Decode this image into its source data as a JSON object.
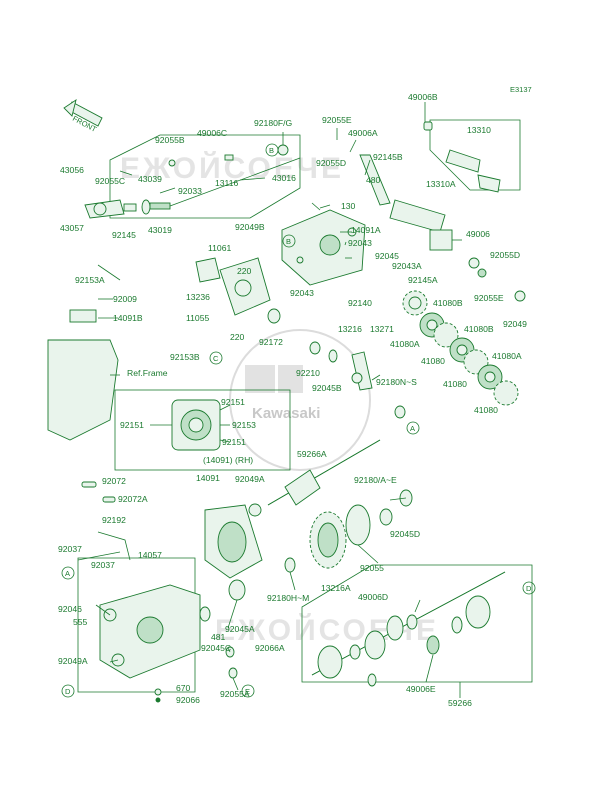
{
  "diagram_code": "E3137",
  "front_arrow": "FRONT",
  "brand": "Kawasaki",
  "watermarks": [
    "ЕЖОЙСОЕЧЕ",
    "ЕЖОЙСОЕЧЕ"
  ],
  "callouts": [
    "A",
    "B",
    "C",
    "D",
    "E"
  ],
  "group_labels": {
    "rh": "(14091) (RH)",
    "ref_frame": "Ref.Frame"
  },
  "labels": {
    "p49006b": "49006B",
    "p13310": "13310",
    "p92180fg": "92180F/G",
    "p92055e_top": "92055E",
    "p49006a": "49006A",
    "p92055b": "92055B",
    "p49006c": "49006C",
    "p92055d_top": "92055D",
    "p92145b": "92145B",
    "p43056": "43056",
    "p92055c": "92055C",
    "p43039": "43039",
    "p92033": "92033",
    "p13116": "13116",
    "p43016": "43016",
    "p480": "480",
    "p13310a": "13310A",
    "p43057": "43057",
    "p92145": "92145",
    "p43019": "43019",
    "p130": "130",
    "p92049b": "92049B",
    "p14091a": "14091A",
    "p92043_r": "92043",
    "p49006": "49006",
    "p11061": "11061",
    "p92045_r": "92045",
    "p92055d_r": "92055D",
    "p92043a": "92043A",
    "p92153a": "92153A",
    "p220_top": "220",
    "p92145a": "92145A",
    "p13236": "13236",
    "p92043_l": "92043",
    "p92140": "92140",
    "p41080b_1": "41080B",
    "p92055e_r": "92055E",
    "p92009": "92009",
    "p14091b": "14091B",
    "p13271": "13271",
    "p92049_r": "92049",
    "p11055": "11055",
    "p220_bot": "220",
    "p13216": "13216",
    "p41080b_2": "41080B",
    "p92172": "92172",
    "p41080a_1": "41080A",
    "p92153b": "92153B",
    "p41080_1": "41080",
    "p41080a_2": "41080A",
    "p92210": "92210",
    "p92045b": "92045B",
    "p41080_2": "41080",
    "p92180ns": "92180N~S",
    "p41080_3": "41080",
    "p92151_1": "92151",
    "p92151_2": "92151",
    "p92153": "92153",
    "p92151_3": "92151",
    "p59266a": "59266A",
    "p92072": "92072",
    "p92072a": "92072A",
    "p14091": "14091",
    "p92049a": "92049A",
    "p92180ae": "92180/A~E",
    "p92192": "92192",
    "p92045d": "92045D",
    "p92037_1": "92037",
    "p14057": "14057",
    "p92037_2": "92037",
    "p92055": "92055",
    "p13216a": "13216A",
    "p92180hm": "92180H~M",
    "p92046": "92046",
    "p555": "555",
    "p49006d": "49006D",
    "p92045a": "92045A",
    "p481": "481",
    "p92045c": "92045C",
    "p92049a_b": "92049A",
    "p92066a": "92066A",
    "p670": "670",
    "p92066": "92066",
    "p92055a": "92055A",
    "p49006e": "49006E",
    "p59266": "59266"
  },
  "colors": {
    "line": "#1b7a2f",
    "fill": "#e9f4ec",
    "watermark": "#e4e4e4"
  }
}
